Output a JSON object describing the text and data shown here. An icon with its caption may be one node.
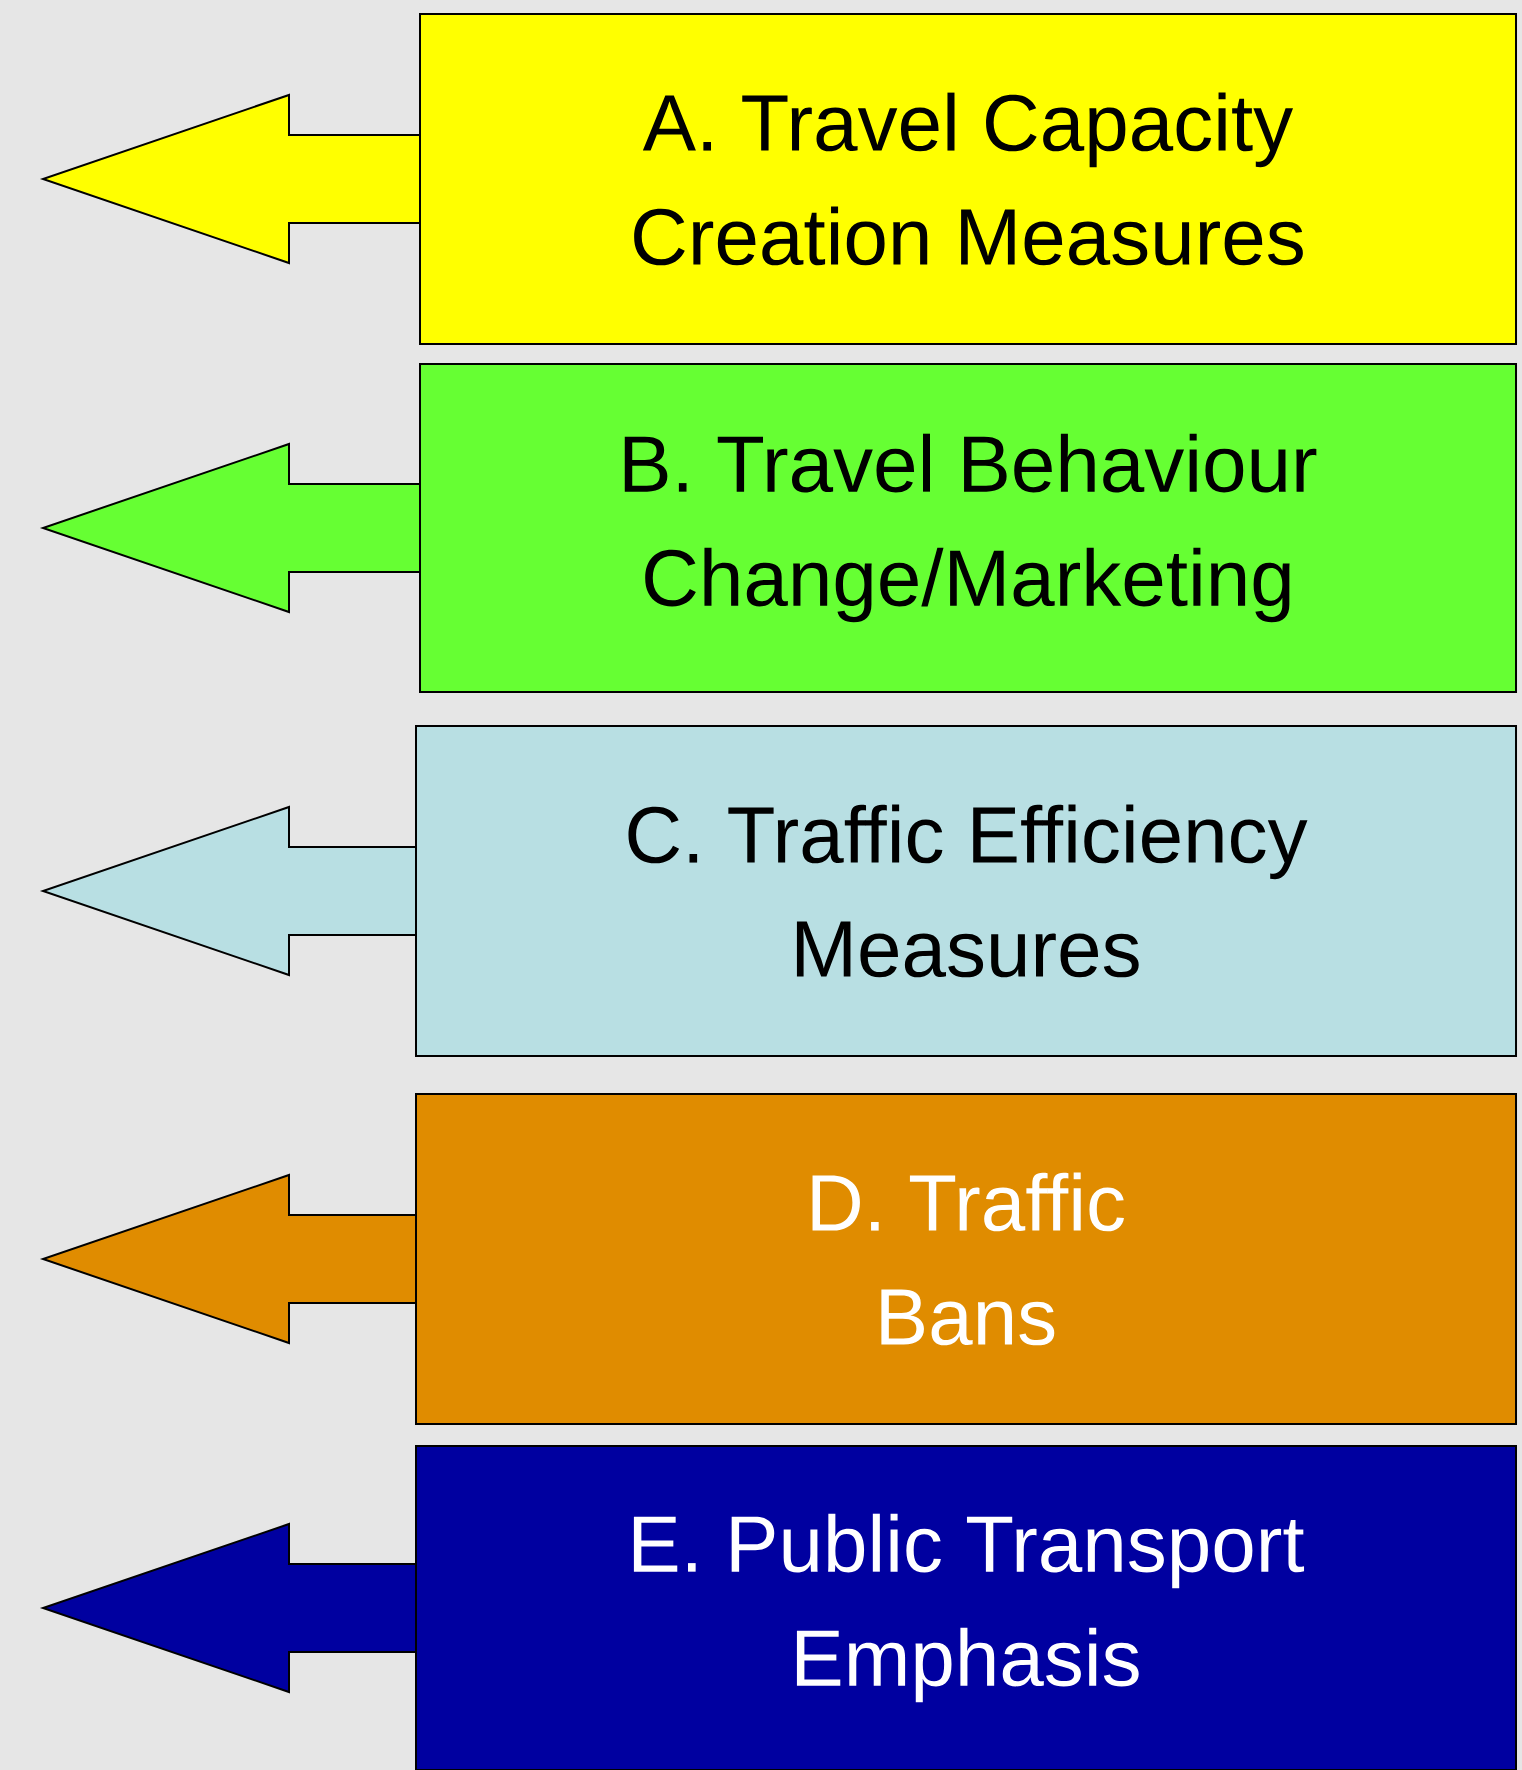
{
  "diagram": {
    "nodes": [
      {
        "text": [
          "A. Travel Capacity Creation Measures"
        ]
      },
      {
        "text": [
          "B. Travel Behaviour Change/Marketing"
        ]
      },
      {
        "text": [
          "C. Traffic Efficiency Measures"
        ]
      },
      {
        "text": [
          "D. Traffic Bans"
        ]
      },
      {
        "text": [
          "E. Public Transport Emphasis"
        ]
      }
    ],
    "edges": [
      {
        "from": 0,
        "to": null,
        "arrow": "to",
        "color": "#ffff00"
      },
      {
        "from": 1,
        "to": null,
        "arrow": "to",
        "color": "#66ff33"
      },
      {
        "from": 2,
        "to": null,
        "arrow": "to",
        "color": "#b8dfe3"
      },
      {
        "from": 3,
        "to": null,
        "arrow": "to",
        "color": "#e08c00"
      },
      {
        "from": 4,
        "to": null,
        "arrow": "to",
        "color": "#0000a0"
      }
    ]
  }
}
